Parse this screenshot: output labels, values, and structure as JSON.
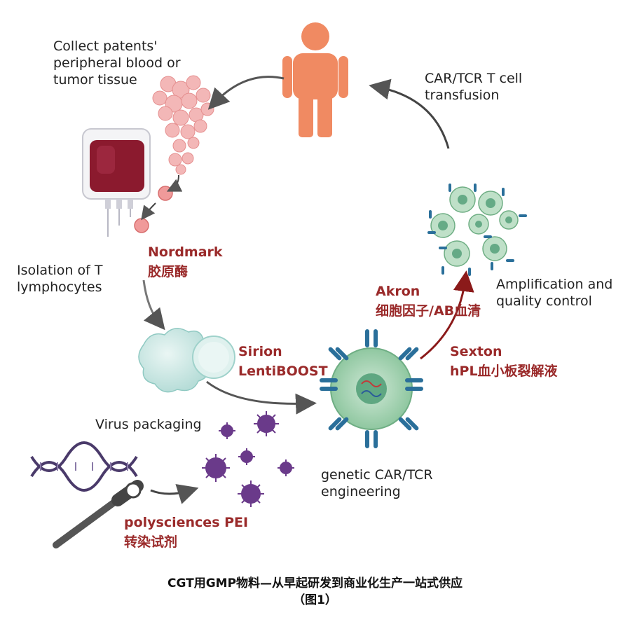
{
  "labels": {
    "collect": "Collect patents' peripheral blood or tumor tissue",
    "transfusion": "CAR/TCR T cell transfusion",
    "isolation": "Isolation of T lymphocytes",
    "virus": "Virus packaging",
    "amplification": "Amplification and quality control",
    "engineering": "genetic CAR/TCR engineering"
  },
  "suppliers": {
    "nordmark": {
      "name": "Nordmark",
      "product": "胶原酶"
    },
    "akron": {
      "name": "Akron",
      "product": "细胞因子/AB血清"
    },
    "sirion": {
      "name": "Sirion",
      "product": "LentiBOOST"
    },
    "sexton": {
      "name": "Sexton",
      "product": "hPL血小板裂解液"
    },
    "polysciences": {
      "name": "polysciences PEI",
      "product": "转染试剂"
    }
  },
  "caption": {
    "line1": "CGT用GMP物料—从早起研发到商业化生产一站式供应",
    "line2": "（图1）"
  },
  "colors": {
    "supplier_text": "#9a2a2a",
    "person": "#f08a62",
    "blood": "#8b1a2e",
    "virus": "#6a3a8a",
    "arrow": "#555555",
    "arrow_red": "#8b1a1a"
  }
}
